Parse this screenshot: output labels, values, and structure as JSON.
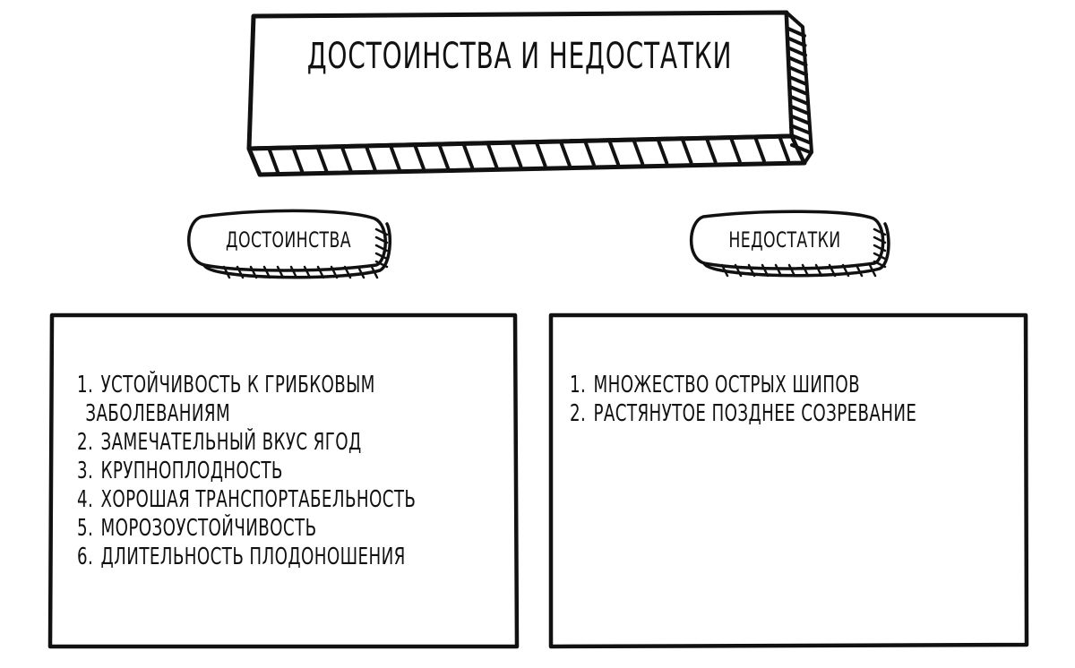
{
  "title": "ДОСТОИНСТВА И НЕДОСТАТКИ",
  "left_header": "ДОСТОИНСТВА",
  "right_header": "НЕДОСТАТКИ",
  "advantages": [
    {
      "num": "1.",
      "text": "УСТОЙЧИВОСТЬ К ГРИБКОВЫМ"
    },
    {
      "num": "",
      "text": "ЗАБОЛЕВАНИЯМ"
    },
    {
      "num": "2.",
      "text": "ЗАМЕЧАТЕЛЬНЫЙ ВКУС ЯГОД"
    },
    {
      "num": "3.",
      "text": "КРУПНОПЛОДНОСТЬ"
    },
    {
      "num": "4.",
      "text": "ХОРОШАЯ ТРАНСПОРТАБЕЛЬНОСТЬ"
    },
    {
      "num": "5.",
      "text": "МОРОЗОУСТОЙЧИВОСТЬ"
    },
    {
      "num": "6.",
      "text": "ДЛИТЕЛЬНОСТЬ ПЛОДОНОШЕНИЯ"
    }
  ],
  "disadvantages": [
    {
      "num": "1.",
      "text": "МНОЖЕСТВО ОСТРЫХ ШИПОВ"
    },
    {
      "num": "2.",
      "text": "РАСТЯНУТОЕ ПОЗДНЕЕ СОЗРЕВАНИЕ"
    }
  ]
}
